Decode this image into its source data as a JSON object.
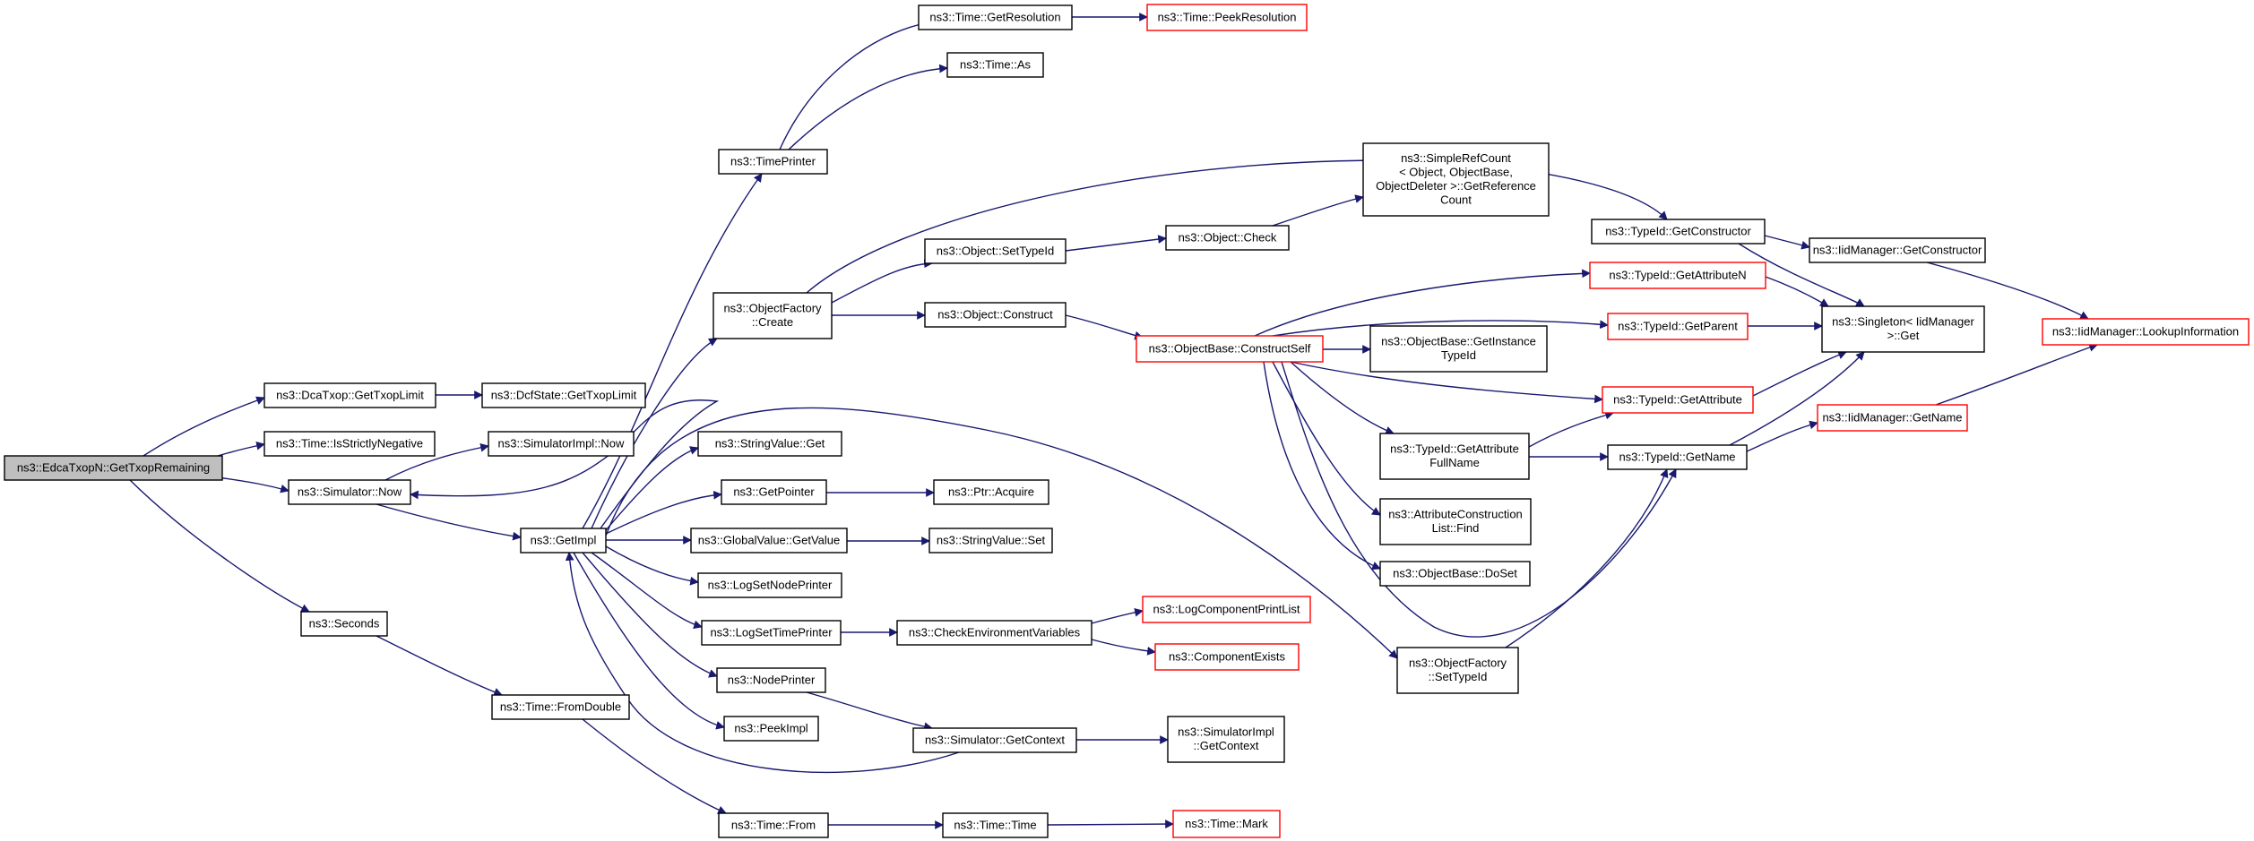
{
  "diagram": {
    "title": "",
    "colors": {
      "edge": "#191970",
      "node_border": "#000000",
      "node_border_red": "#ff0000",
      "root_fill": "#bfbfbf",
      "node_fill": "#ffffff"
    },
    "nodes": [
      {
        "id": "n0",
        "lines": [
          "ns3::EdcaTxopN::GetTxopRemaining"
        ],
        "style": "root"
      },
      {
        "id": "n1",
        "lines": [
          "ns3::DcaTxop::GetTxopLimit"
        ]
      },
      {
        "id": "n2",
        "lines": [
          "ns3::DcfState::GetTxopLimit"
        ]
      },
      {
        "id": "n3",
        "lines": [
          "ns3::Time::IsStrictlyNegative"
        ]
      },
      {
        "id": "n4",
        "lines": [
          "ns3::Simulator::Now"
        ]
      },
      {
        "id": "n5",
        "lines": [
          "ns3::SimulatorImpl::Now"
        ]
      },
      {
        "id": "n6",
        "lines": [
          "ns3::GetImpl"
        ]
      },
      {
        "id": "n7",
        "lines": [
          "ns3::Seconds"
        ]
      },
      {
        "id": "n8",
        "lines": [
          "ns3::Time::FromDouble"
        ]
      },
      {
        "id": "n9",
        "lines": [
          "ns3::Time::From"
        ]
      },
      {
        "id": "n10",
        "lines": [
          "ns3::Time::Time"
        ]
      },
      {
        "id": "n11",
        "lines": [
          "ns3::Time::Mark"
        ],
        "style": "red"
      },
      {
        "id": "n12",
        "lines": [
          "ns3::TimePrinter"
        ]
      },
      {
        "id": "n13",
        "lines": [
          "ns3::Time::GetResolution"
        ]
      },
      {
        "id": "n14",
        "lines": [
          "ns3::Time::PeekResolution"
        ],
        "style": "red"
      },
      {
        "id": "n15",
        "lines": [
          "ns3::Time::As"
        ]
      },
      {
        "id": "n16",
        "lines": [
          "ns3::ObjectFactory",
          "::Create"
        ]
      },
      {
        "id": "n17",
        "lines": [
          "ns3::Object::SetTypeId"
        ]
      },
      {
        "id": "n18",
        "lines": [
          "ns3::Object::Check"
        ]
      },
      {
        "id": "n19",
        "lines": [
          "ns3::SimpleRefCount",
          "< Object, ObjectBase,",
          "ObjectDeleter >::GetReference",
          "Count"
        ]
      },
      {
        "id": "n20",
        "lines": [
          "ns3::Object::Construct"
        ]
      },
      {
        "id": "n21",
        "lines": [
          "ns3::ObjectBase::ConstructSelf"
        ],
        "style": "red"
      },
      {
        "id": "n22",
        "lines": [
          "ns3::TypeId::GetConstructor"
        ]
      },
      {
        "id": "n23",
        "lines": [
          "ns3::IidManager::GetConstructor"
        ]
      },
      {
        "id": "n24",
        "lines": [
          "ns3::IidManager::LookupInformation"
        ],
        "style": "red"
      },
      {
        "id": "n25",
        "lines": [
          "ns3::Singleton< IidManager",
          ">::Get"
        ]
      },
      {
        "id": "n26",
        "lines": [
          "ns3::TypeId::GetAttributeN"
        ],
        "style": "red"
      },
      {
        "id": "n27",
        "lines": [
          "ns3::TypeId::GetParent"
        ],
        "style": "red"
      },
      {
        "id": "n28",
        "lines": [
          "ns3::ObjectBase::GetInstance",
          "TypeId"
        ]
      },
      {
        "id": "n29",
        "lines": [
          "ns3::TypeId::GetAttribute"
        ],
        "style": "red"
      },
      {
        "id": "n30",
        "lines": [
          "ns3::TypeId::GetAttribute",
          "FullName"
        ]
      },
      {
        "id": "n31",
        "lines": [
          "ns3::TypeId::GetName"
        ]
      },
      {
        "id": "n32",
        "lines": [
          "ns3::IidManager::GetName"
        ],
        "style": "red"
      },
      {
        "id": "n33",
        "lines": [
          "ns3::AttributeConstruction",
          "List::Find"
        ]
      },
      {
        "id": "n34",
        "lines": [
          "ns3::ObjectBase::DoSet"
        ]
      },
      {
        "id": "n35",
        "lines": [
          "ns3::StringValue::Get"
        ]
      },
      {
        "id": "n36",
        "lines": [
          "ns3::GetPointer"
        ]
      },
      {
        "id": "n37",
        "lines": [
          "ns3::Ptr::Acquire"
        ]
      },
      {
        "id": "n38",
        "lines": [
          "ns3::GlobalValue::GetValue"
        ]
      },
      {
        "id": "n39",
        "lines": [
          "ns3::StringValue::Set"
        ]
      },
      {
        "id": "n40",
        "lines": [
          "ns3::LogSetNodePrinter"
        ]
      },
      {
        "id": "n41",
        "lines": [
          "ns3::LogSetTimePrinter"
        ]
      },
      {
        "id": "n42",
        "lines": [
          "ns3::CheckEnvironmentVariables"
        ]
      },
      {
        "id": "n43",
        "lines": [
          "ns3::LogComponentPrintList"
        ],
        "style": "red"
      },
      {
        "id": "n44",
        "lines": [
          "ns3::ComponentExists"
        ],
        "style": "red"
      },
      {
        "id": "n45",
        "lines": [
          "ns3::NodePrinter"
        ]
      },
      {
        "id": "n46",
        "lines": [
          "ns3::PeekImpl"
        ]
      },
      {
        "id": "n47",
        "lines": [
          "ns3::Simulator::GetContext"
        ]
      },
      {
        "id": "n48",
        "lines": [
          "ns3::SimulatorImpl",
          "::GetContext"
        ]
      },
      {
        "id": "n49",
        "lines": [
          "ns3::ObjectFactory",
          "::SetTypeId"
        ]
      }
    ],
    "edges": [
      [
        "n0",
        "n1"
      ],
      [
        "n0",
        "n3"
      ],
      [
        "n0",
        "n4"
      ],
      [
        "n0",
        "n7"
      ],
      [
        "n1",
        "n2"
      ],
      [
        "n4",
        "n5"
      ],
      [
        "n4",
        "n6"
      ],
      [
        "n6",
        "n4"
      ],
      [
        "n6",
        "n12"
      ],
      [
        "n6",
        "n16"
      ],
      [
        "n6",
        "n35"
      ],
      [
        "n6",
        "n36"
      ],
      [
        "n6",
        "n38"
      ],
      [
        "n6",
        "n40"
      ],
      [
        "n6",
        "n41"
      ],
      [
        "n6",
        "n45"
      ],
      [
        "n6",
        "n46"
      ],
      [
        "n6",
        "n49"
      ],
      [
        "n7",
        "n8"
      ],
      [
        "n8",
        "n9"
      ],
      [
        "n9",
        "n10"
      ],
      [
        "n10",
        "n11"
      ],
      [
        "n12",
        "n13"
      ],
      [
        "n12",
        "n15"
      ],
      [
        "n13",
        "n14"
      ],
      [
        "n16",
        "n17"
      ],
      [
        "n16",
        "n20"
      ],
      [
        "n16",
        "n22"
      ],
      [
        "n17",
        "n18"
      ],
      [
        "n18",
        "n19"
      ],
      [
        "n20",
        "n21"
      ],
      [
        "n21",
        "n26"
      ],
      [
        "n21",
        "n27"
      ],
      [
        "n21",
        "n28"
      ],
      [
        "n21",
        "n29"
      ],
      [
        "n21",
        "n30"
      ],
      [
        "n21",
        "n31"
      ],
      [
        "n21",
        "n33"
      ],
      [
        "n21",
        "n34"
      ],
      [
        "n22",
        "n23"
      ],
      [
        "n22",
        "n25"
      ],
      [
        "n23",
        "n24"
      ],
      [
        "n26",
        "n25"
      ],
      [
        "n27",
        "n25"
      ],
      [
        "n29",
        "n25"
      ],
      [
        "n30",
        "n29"
      ],
      [
        "n30",
        "n31"
      ],
      [
        "n31",
        "n25"
      ],
      [
        "n31",
        "n32"
      ],
      [
        "n32",
        "n24"
      ],
      [
        "n36",
        "n37"
      ],
      [
        "n38",
        "n39"
      ],
      [
        "n41",
        "n42"
      ],
      [
        "n42",
        "n43"
      ],
      [
        "n42",
        "n44"
      ],
      [
        "n45",
        "n47"
      ],
      [
        "n47",
        "n6"
      ],
      [
        "n47",
        "n48"
      ],
      [
        "n49",
        "n31"
      ]
    ]
  }
}
